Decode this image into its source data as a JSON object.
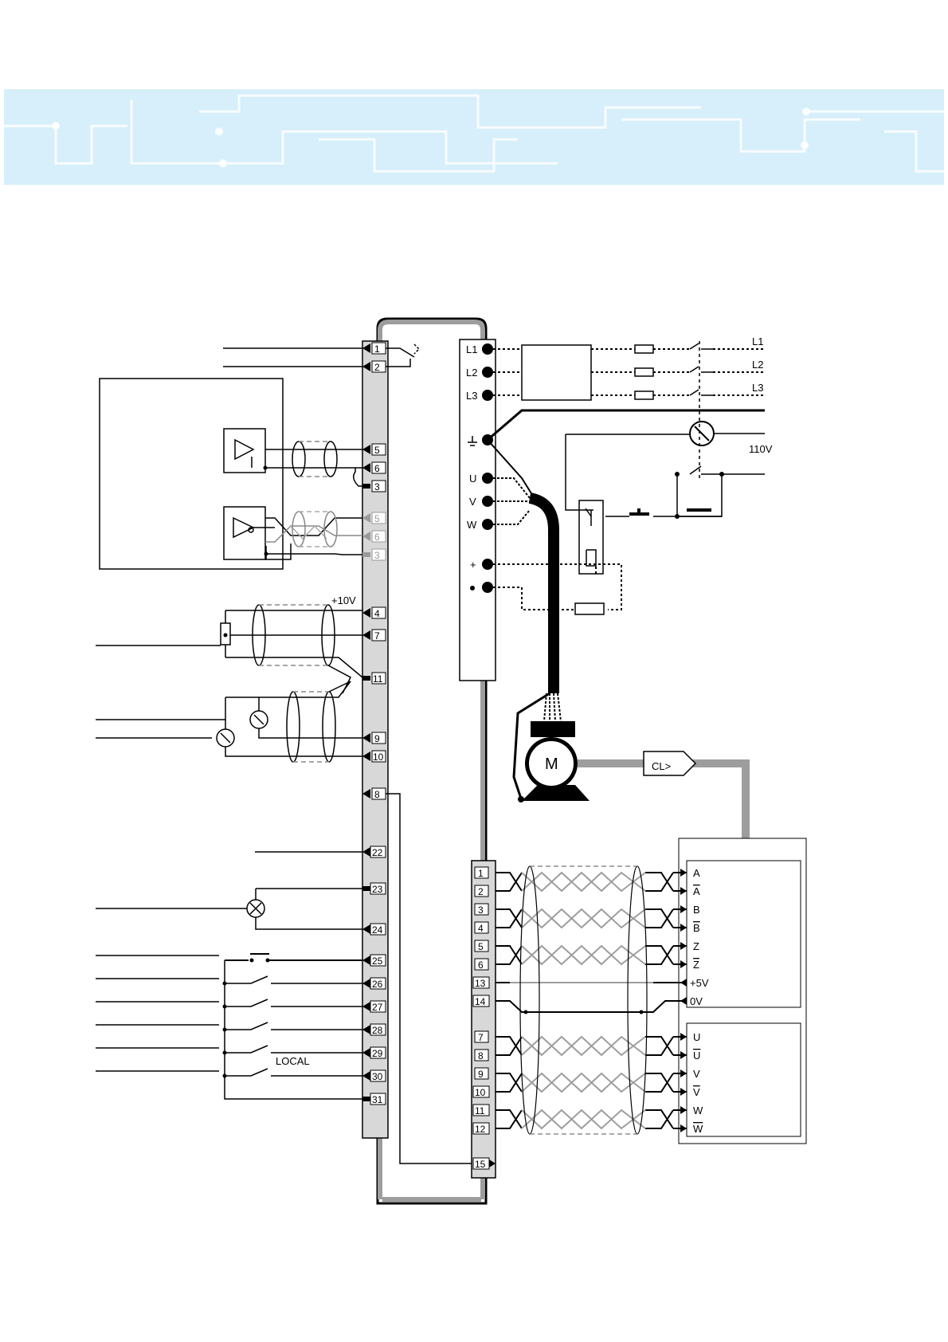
{
  "drive": {
    "control_terminals": [
      "1",
      "2",
      "5",
      "6",
      "3",
      "5",
      "6",
      "3",
      "4",
      "7",
      "11",
      "9",
      "10",
      "8",
      "22",
      "23",
      "24",
      "25",
      "26",
      "27",
      "28",
      "29",
      "30",
      "31"
    ],
    "power_terminals": [
      "L1",
      "L2",
      "L3",
      "U",
      "V",
      "W",
      "+"
    ],
    "supply_phases": [
      "L1",
      "L2",
      "L3"
    ],
    "supply_aux_voltage": "110V",
    "ref_voltage": "+10V"
  },
  "motor": {
    "label": "M",
    "feedback_label": "CL>"
  },
  "encoder": {
    "terminals": [
      "1",
      "2",
      "3",
      "4",
      "5",
      "6",
      "13",
      "14",
      "7",
      "8",
      "9",
      "10",
      "11",
      "12",
      "15"
    ],
    "signals": [
      "A",
      "A",
      "B",
      "B",
      "Z",
      "Z",
      "+5V",
      "0V",
      "U",
      "U",
      "V",
      "V",
      "W",
      "W"
    ],
    "overlined": [
      false,
      true,
      false,
      true,
      false,
      true,
      false,
      false,
      false,
      true,
      false,
      true,
      false,
      true
    ]
  },
  "partial_text": {
    "local": "LOCAL"
  },
  "colors": {
    "banner": "#d6effa",
    "banner_trace": "#ffffff",
    "strip": "#d8d8d8",
    "frame_grey": "#9d9d9d"
  }
}
